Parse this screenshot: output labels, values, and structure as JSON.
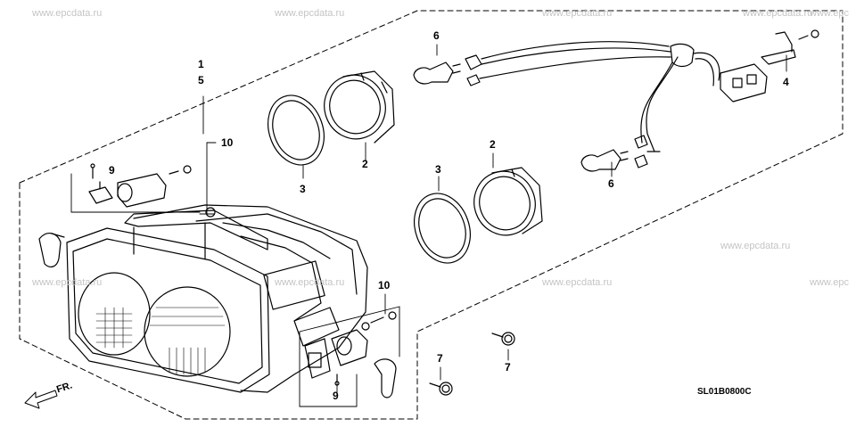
{
  "watermarks": [
    "www.epcdata.ru",
    "www.epcdata.ru",
    "www.epcdata.ru",
    "www.epcdata.ru",
    "www.epc",
    "www.epcdata.ru",
    "www.epcdata.ru",
    "www.epcdata.ru",
    "www.epcdata.ru",
    "www.epc"
  ],
  "callouts": {
    "c1": "1",
    "c5": "5",
    "c10a": "10",
    "c9a": "9",
    "c3a": "3",
    "c2a": "2",
    "c6a": "6",
    "c4": "4",
    "c2b": "2",
    "c3b": "3",
    "c6b": "6",
    "c10b": "10",
    "c9b": "9",
    "c7a": "7",
    "c7b": "7"
  },
  "front_arrow_label": "FR.",
  "reference_code": "SL01B0800C",
  "colors": {
    "line": "#000000",
    "watermark": "#c4c4c4",
    "background": "#ffffff"
  }
}
